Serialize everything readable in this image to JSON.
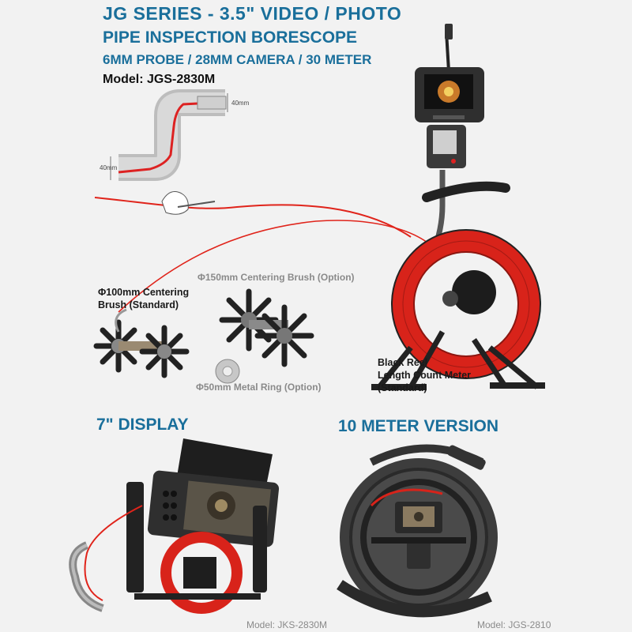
{
  "header": {
    "line1": "JG SERIES -  3.5\" VIDEO / PHOTO",
    "line2": "PIPE INSPECTION BORESCOPE",
    "line3": "6MM PROBE / 28MM CAMERA / 30 METER",
    "line4": "Model: JGS-2830M"
  },
  "pipe_diagram": {
    "dim_top": "40mm",
    "dim_left": "40mm"
  },
  "labels": {
    "brush_standard_1": "Φ100mm Centering",
    "brush_standard_2": "Brush (Standard)",
    "brush_option": "Φ150mm Centering Brush (Option)",
    "metal_ring": "Φ50mm Metal Ring (Option)",
    "reel_1": "Black Reel",
    "reel_2": "Length Count Meter",
    "reel_3": "(Standard)"
  },
  "sections": {
    "display_title": "7\" DISPLAY",
    "ten_meter_title": "10 METER VERSION",
    "model_left": "Model: JKS-2830M",
    "model_right": "Model: JGS-2810"
  },
  "colors": {
    "title_blue": "#1a6f9b",
    "cable_red": "#e0241b",
    "device_black": "#2a2a2a"
  }
}
